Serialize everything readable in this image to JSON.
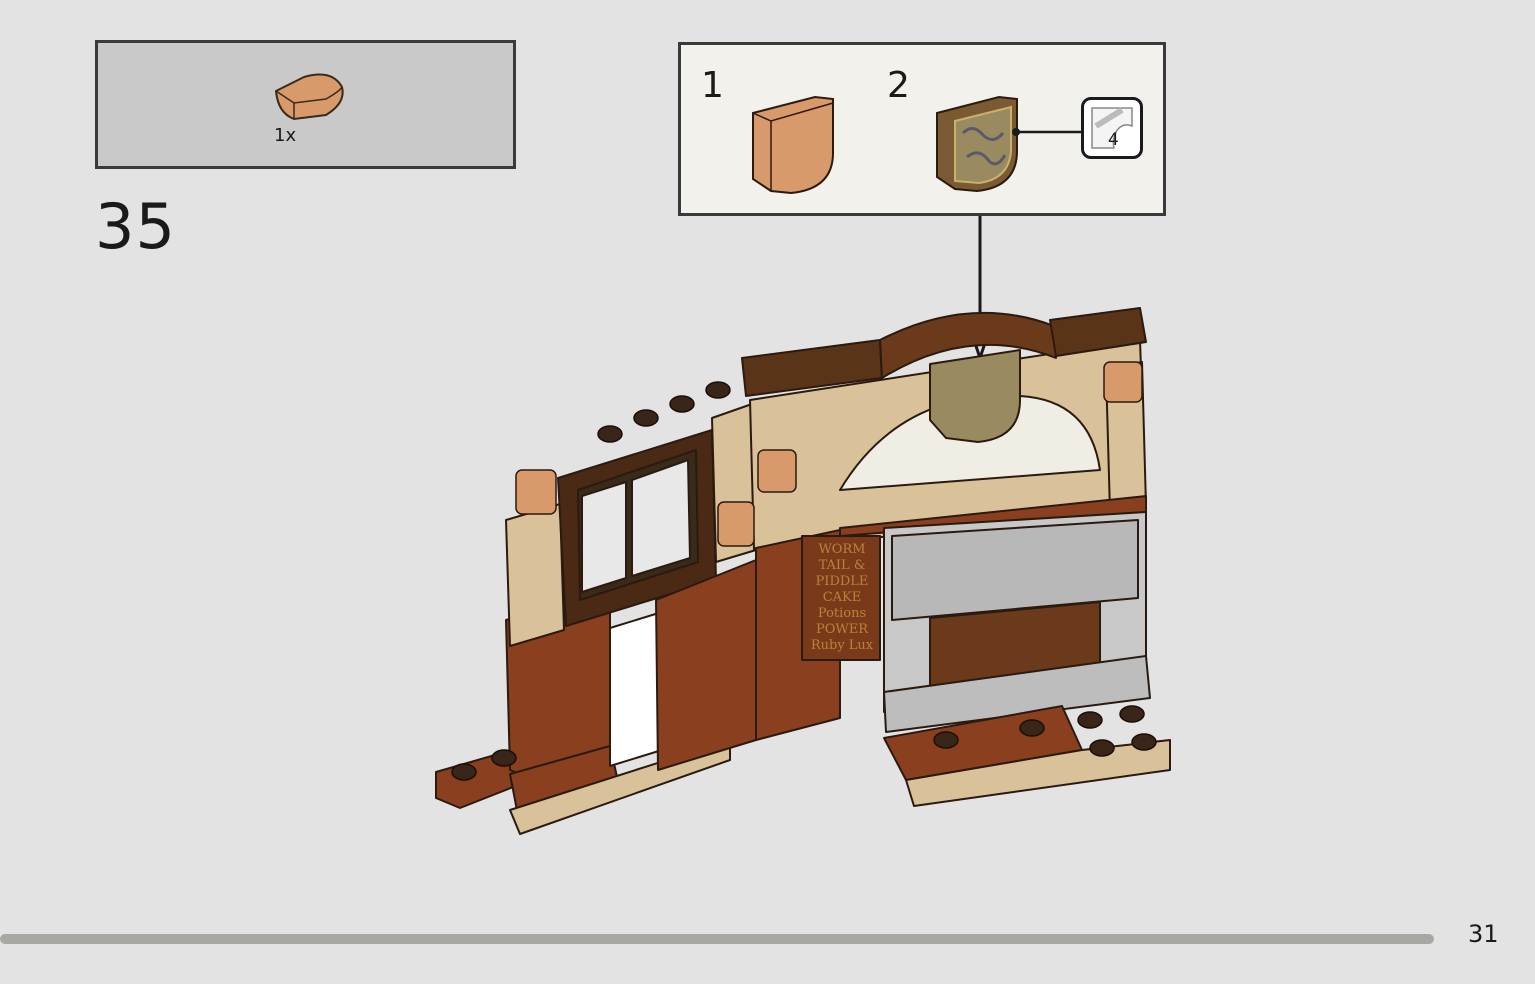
{
  "parts_list": {
    "quantity": "1x",
    "part": "tan-quarter-round-tile"
  },
  "step": {
    "number": "35"
  },
  "sub_steps": [
    {
      "number": "1",
      "part": "plain-round-tile"
    },
    {
      "number": "2",
      "part": "printed-crest-tile",
      "sticker_number": "4"
    }
  ],
  "scene": {
    "sign_lines": [
      "WORM",
      "TAIL &",
      "PIDDLE",
      "CAKE",
      "Potions",
      "POWER",
      "Ruby Lux"
    ]
  },
  "progress": {
    "fraction": 0.935
  },
  "page": {
    "number": "31"
  },
  "colors": {
    "background": "#e3e3e3",
    "parts_box": "#c9c9c9",
    "sub_box": "#f2f1ec",
    "reddish_brown": "#8a3f1f",
    "dark_brown": "#4a2a14",
    "tan": "#d9c19a",
    "nougat": "#d89a6a",
    "gray": "#c8c8c8"
  }
}
